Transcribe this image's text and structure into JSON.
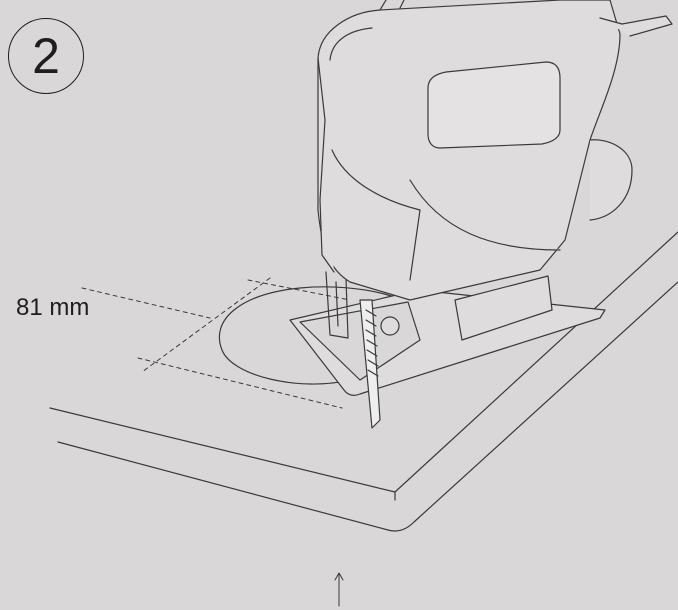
{
  "step": {
    "number": "2"
  },
  "dimension": {
    "label": "81 mm"
  },
  "colors": {
    "background": "#d9d7d8",
    "line": "#3a3a3a",
    "tool_fill": "#dedcdd"
  },
  "illustration": {
    "subject": "jigsaw-cutting-circle",
    "hint_icon": "arrow-up-icon"
  }
}
